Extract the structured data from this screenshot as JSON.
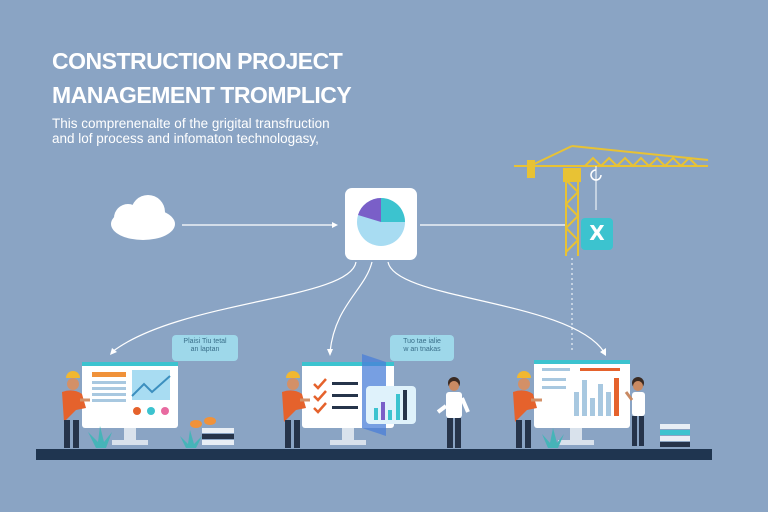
{
  "header": {
    "title_line1": "CONSTRUCTION PROJECT",
    "title_line2": "MANAGEMENT TROMPLICY",
    "subtitle_line1": "This comprenenalte of the grigital transfruction",
    "subtitle_line2": "and lof process and infomaton technologasy,"
  },
  "crane": {
    "badge": "X"
  },
  "bubbles": {
    "left": "Plaisi Tiu tetal\nan laptan",
    "center": "Tuo tae ialie\nw an tnakas"
  },
  "colors": {
    "background": "#8aa4c4",
    "crane": "#e8c234",
    "worker": "#e5622c",
    "accent_teal": "#3cc3cf",
    "ground": "#1f3550"
  }
}
